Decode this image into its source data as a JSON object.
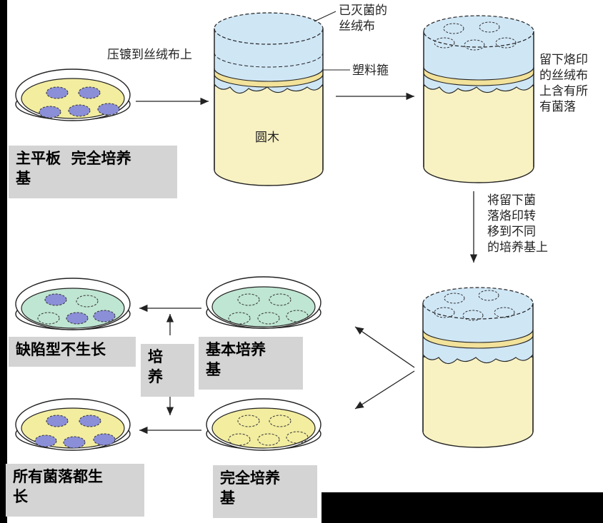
{
  "labels": {
    "sterile_velvet": "已灭菌的\n丝绒布",
    "press_velvet": "压镀到丝绒布上",
    "plastic_hoop": "塑料箍",
    "wood_block": "圆木",
    "imprinted_velvet": "留下烙印\n的丝绒布\n上含有所\n有菌落",
    "transfer_note": "将留下菌\n落烙印转\n移到不同\n的培养基上",
    "master_plate": "主平板  完全培养\n基",
    "auxotroph_no_growth": "缺陷型不生长",
    "culture": "培\n养",
    "minimal_medium": "基本培养\n基",
    "all_colonies_grow": "所有菌落都生\n长",
    "complete_medium": "完全培养\n基"
  },
  "colors": {
    "background": "#000000",
    "panel": "#ffffff",
    "complete_medium_agar": "#f3eda0",
    "minimal_medium_agar": "#bfe6d2",
    "colony": "#8b8fd8",
    "velvet": "#cfe6f5",
    "wood": "#f8f1c2",
    "hoop": "#f2e29a",
    "label_box": "#d4d4d4"
  }
}
